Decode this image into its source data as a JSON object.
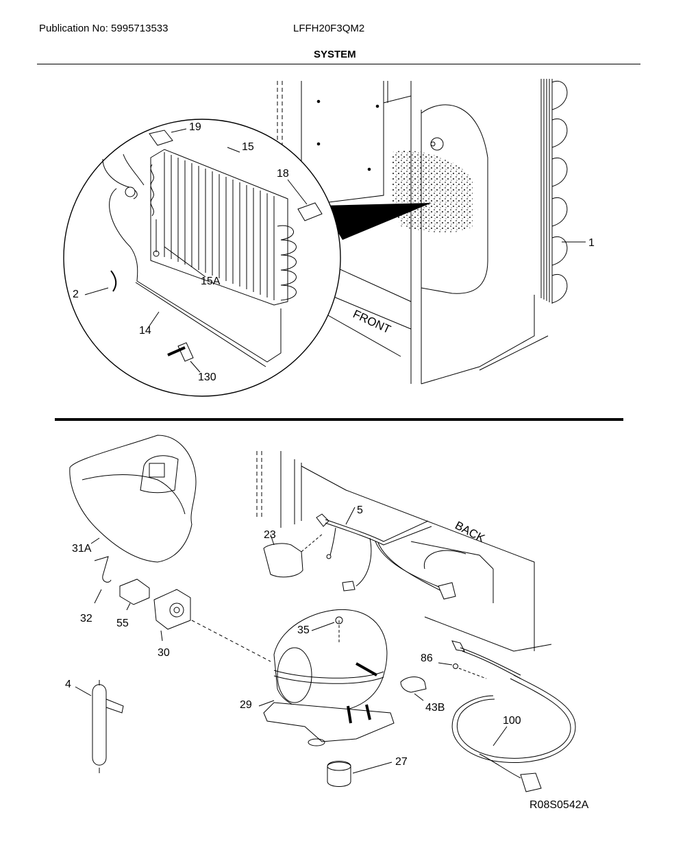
{
  "header": {
    "publication": "Publication No: 5995713533",
    "model": "LFFH20F3QM2",
    "section_title": "SYSTEM"
  },
  "labels": {
    "front": "FRONT",
    "back": "BACK"
  },
  "callouts": {
    "c19": "19",
    "c15": "15",
    "c18": "18",
    "c1": "1",
    "c2": "2",
    "c15A": "15A",
    "c14": "14",
    "c130": "130",
    "c5": "5",
    "c23": "23",
    "c31A": "31A",
    "c32": "32",
    "c55": "55",
    "c30": "30",
    "c35": "35",
    "c86": "86",
    "c43B": "43B",
    "c4": "4",
    "c29": "29",
    "c100": "100",
    "c27": "27"
  },
  "reference_code": "R08S0542A"
}
